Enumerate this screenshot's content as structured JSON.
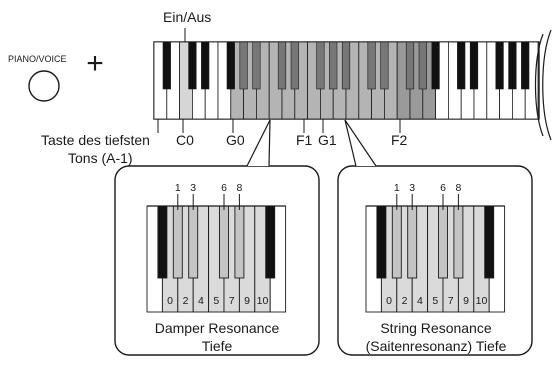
{
  "top": {
    "power_label": "Ein/Aus",
    "piano_voice_button_label": "PIANO/VOICE",
    "plus_sign": "+"
  },
  "keyboard": {
    "lowest_key_label_line1": "Taste des tiefsten",
    "lowest_key_label_line2": "Tons (A-1)",
    "note_labels": [
      "C0",
      "G0",
      "F1",
      "G1",
      "F2"
    ]
  },
  "panels": [
    {
      "black_key_numbers": [
        "1",
        "3",
        "6",
        "8"
      ],
      "white_key_numbers": [
        "0",
        "2",
        "4",
        "5",
        "7",
        "9",
        "10"
      ],
      "caption_line1": "Damper Resonance",
      "caption_line2": "Tiefe"
    },
    {
      "black_key_numbers": [
        "1",
        "3",
        "6",
        "8"
      ],
      "white_key_numbers": [
        "0",
        "2",
        "4",
        "5",
        "7",
        "9",
        "10"
      ],
      "caption_line1": "String Resonance",
      "caption_line2": "(Saitenresonanz) Tiefe"
    }
  ],
  "colors": {
    "highlight_light": "#d6d6d6",
    "highlight_mid": "#b4b4b4",
    "highlight_dark": "#9a9a9a",
    "black_key": "#111111",
    "gray_black_key": "#777777"
  }
}
